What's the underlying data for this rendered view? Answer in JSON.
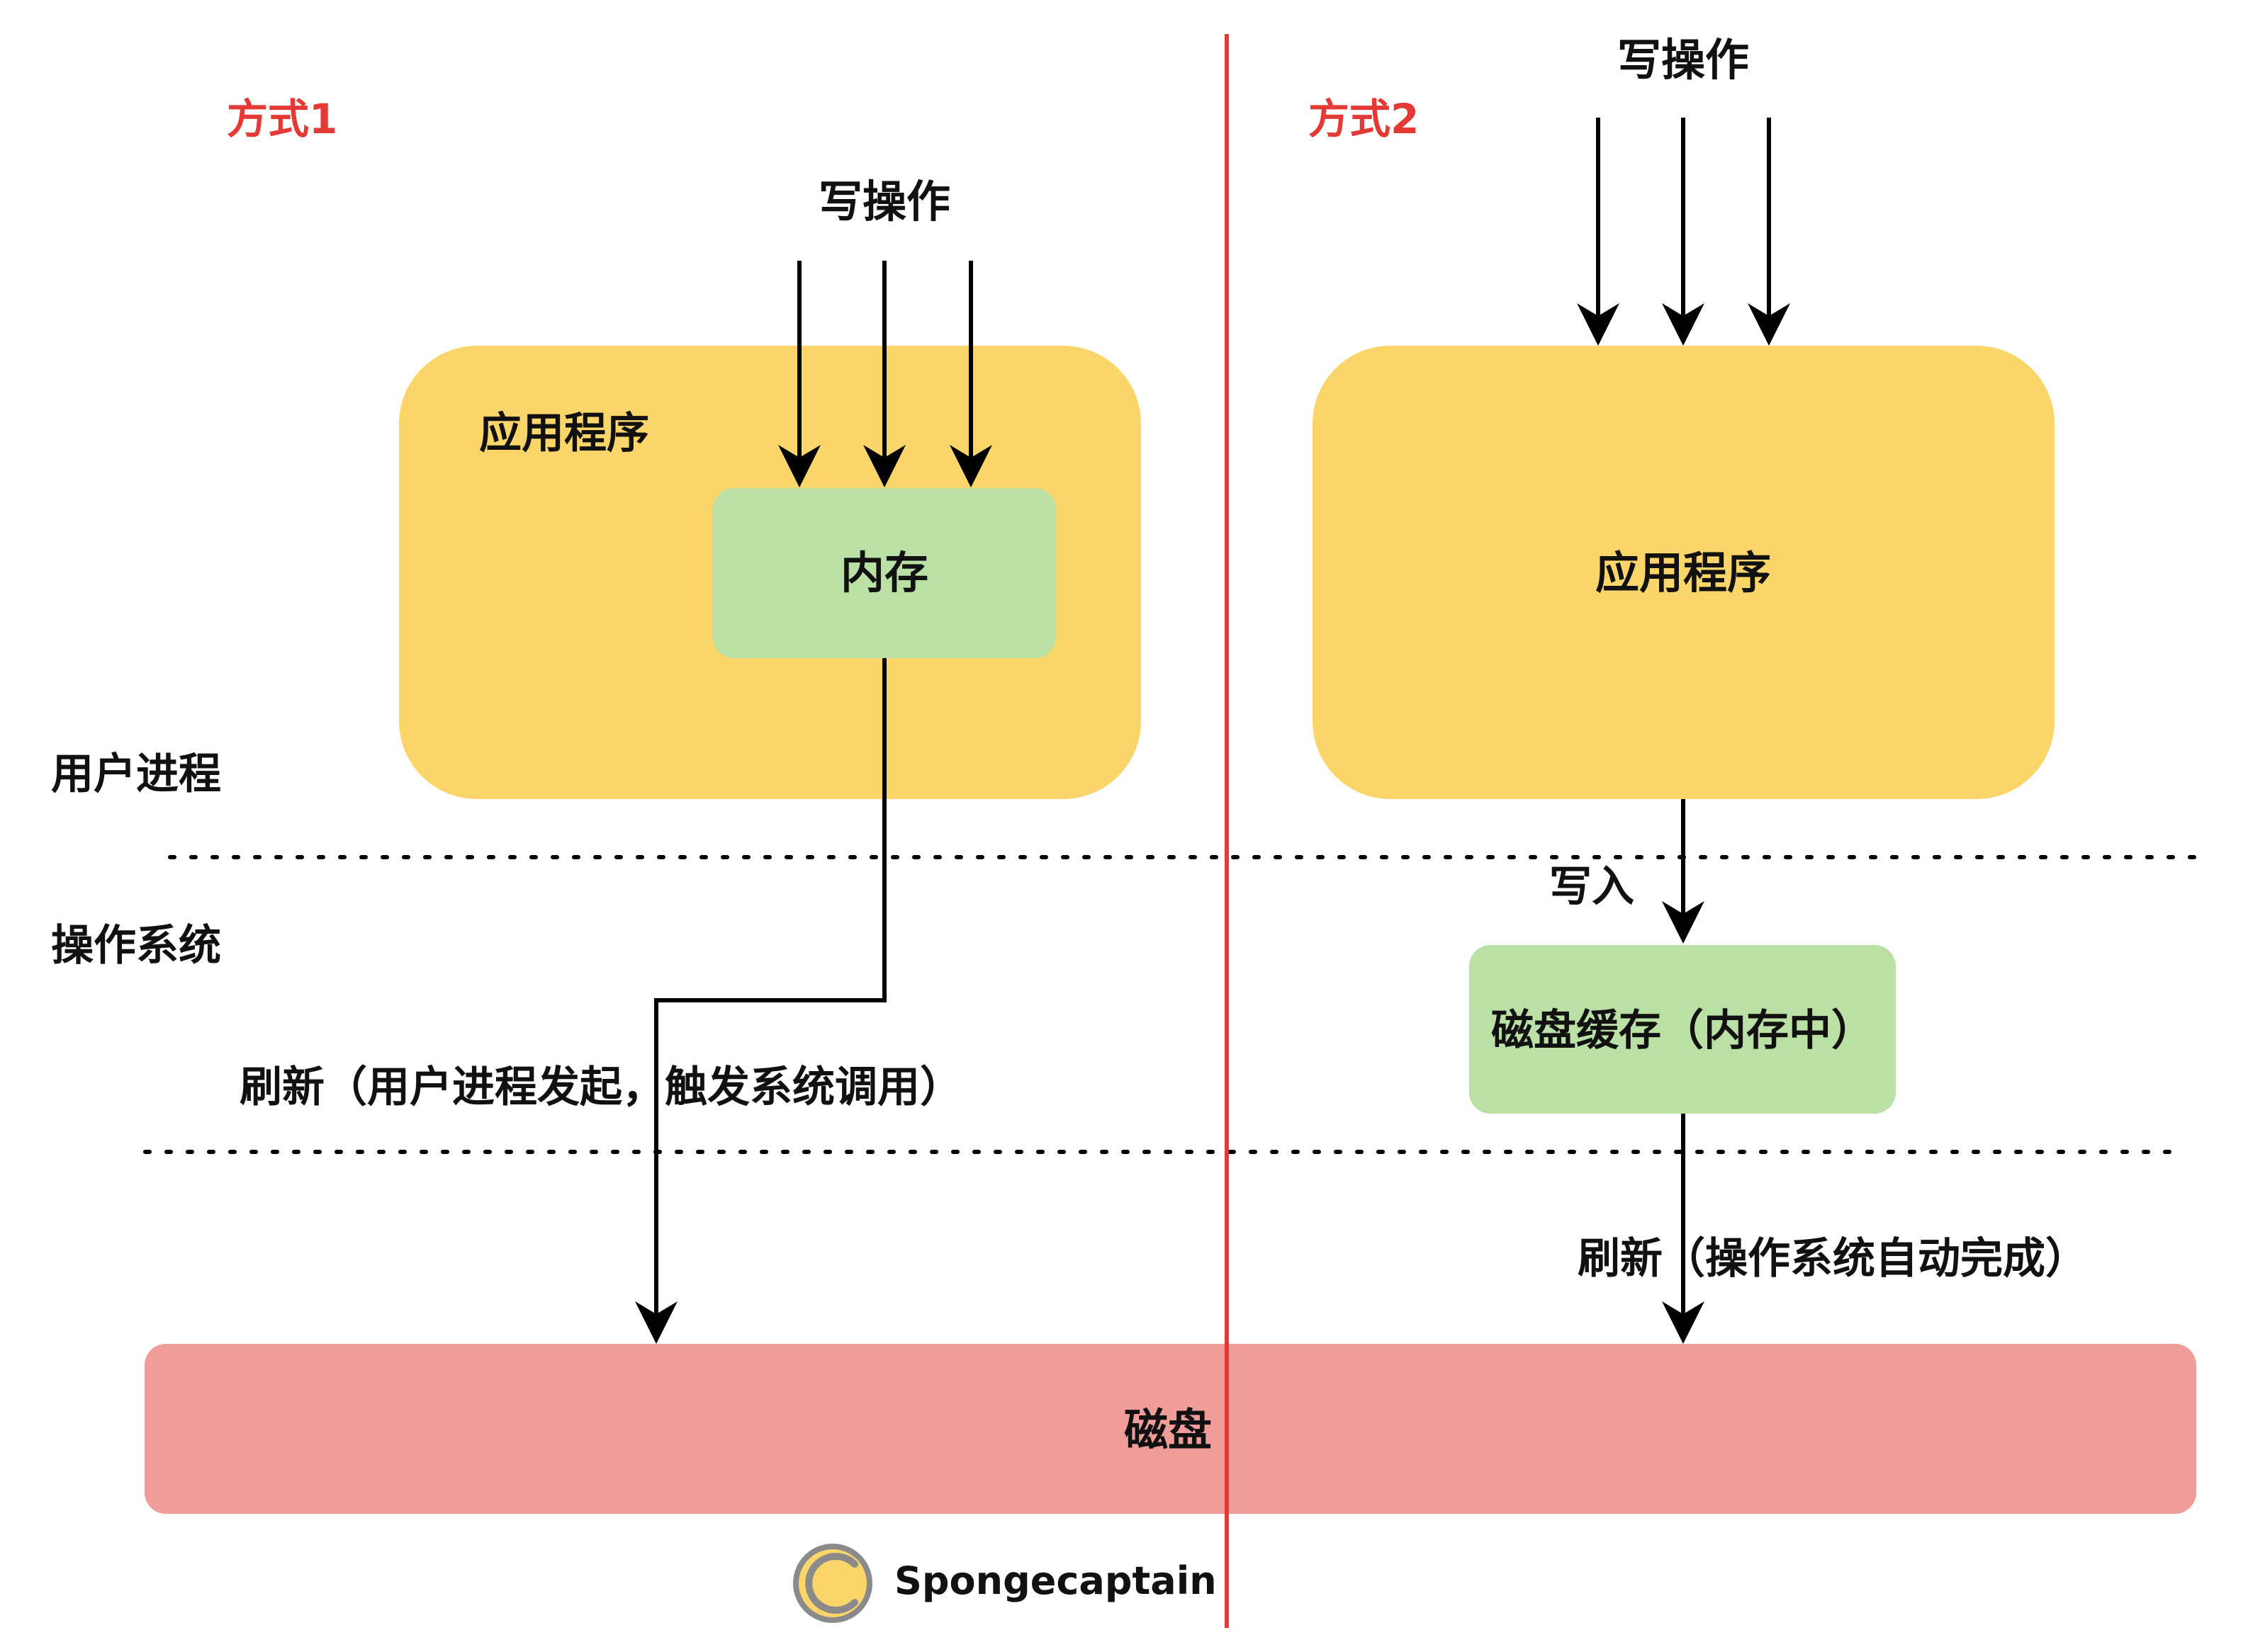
{
  "method1": {
    "title": "方式1",
    "write_ops": "写操作",
    "app": "应用程序",
    "memory": "内存",
    "flush": "刷新（用户进程发起，触发系统调用）"
  },
  "method2": {
    "title": "方式2",
    "write_ops": "写操作",
    "app": "应用程序",
    "write_in": "写入",
    "disk_cache": "磁盘缓存（内存中）",
    "flush": "刷新（操作系统自动完成）"
  },
  "layers": {
    "user_process": "用户进程",
    "operating_system": "操作系统"
  },
  "disk": "磁盘",
  "watermark": "Spongecaptain",
  "colors": {
    "app_box": "#fad56a",
    "memory_box": "#bae0a6",
    "disk_box": "#f09c99",
    "divider": "#e53935",
    "title_text": "#e53935"
  }
}
